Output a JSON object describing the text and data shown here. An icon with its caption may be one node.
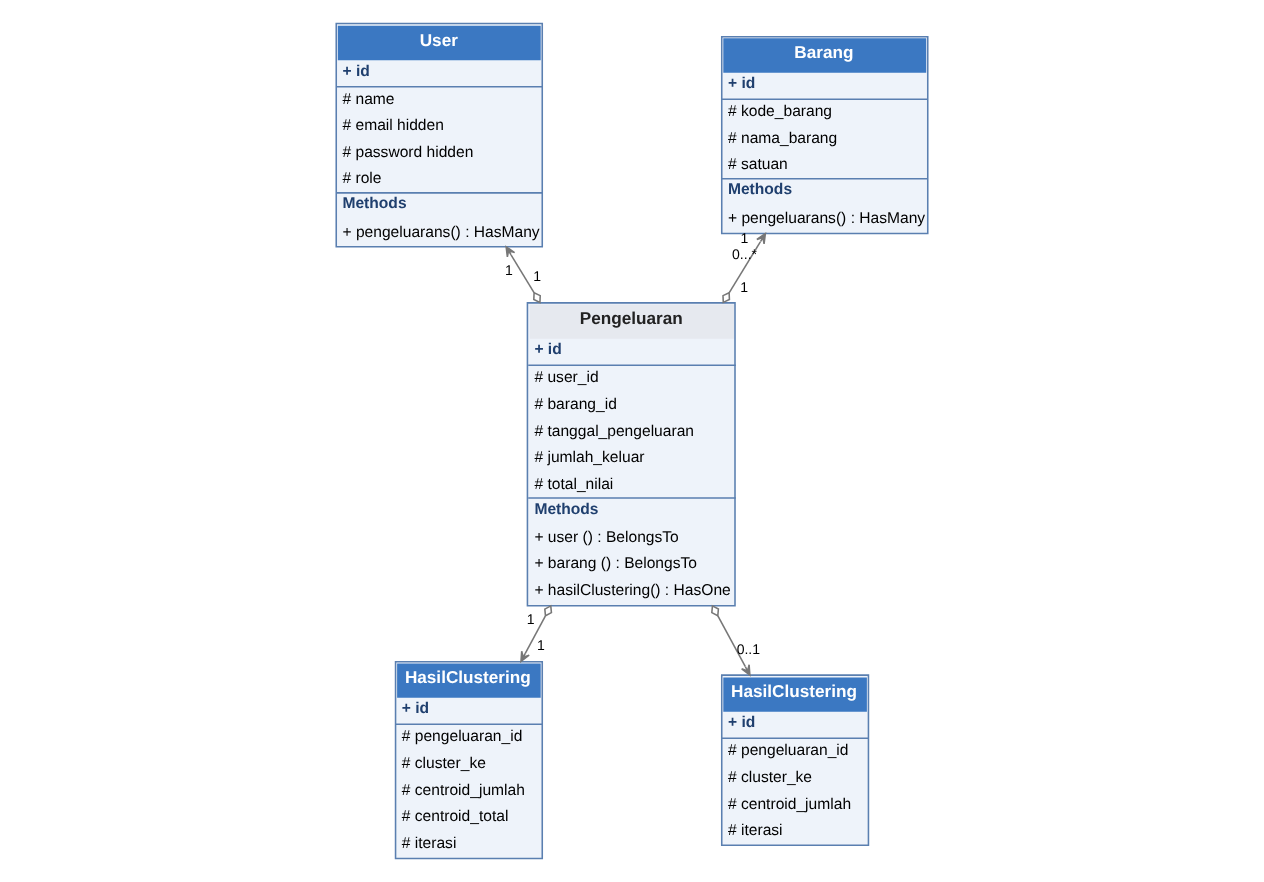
{
  "diagram": {
    "nodes": [
      {
        "text": [
          "User",
          "+ id",
          "# name",
          "# email hidden",
          "# password hidden",
          "# role",
          "Methods",
          "+ pengeluarans() : HasMany"
        ]
      },
      {
        "text": [
          "Barang",
          "+ id",
          "# kode_barang",
          "# nama_barang",
          "# satuan",
          "Methods",
          "+ pengeluarans() : HasMany"
        ]
      },
      {
        "text": [
          "Pengeluaran",
          "+ id",
          "# user_id",
          "# barang_id",
          "# tanggal_pengeluaran",
          "# jumlah_keluar",
          "# total_nilai",
          "Methods",
          "+ user () : BelongsTo",
          "+ barang () : BelongsTo",
          "+ hasilClustering() : HasOne"
        ]
      },
      {
        "text": [
          "HasilClustering",
          "+ id",
          "# pengeluaran_id",
          "# cluster_ke",
          "# centroid_jumlah",
          "# centroid_total",
          "# iterasi"
        ]
      },
      {
        "text": [
          "HasilClustering",
          "+ id",
          "# pengeluaran_id",
          "# cluster_ke",
          "# centroid_jumlah",
          "# iterasi"
        ]
      }
    ],
    "edges": [
      {
        "from": 2,
        "to": 0,
        "arrow": "to"
      },
      {
        "from": 2,
        "to": 1,
        "arrow": "to"
      },
      {
        "from": 2,
        "to": 3,
        "arrow": "to"
      },
      {
        "from": 2,
        "to": 4,
        "arrow": "to"
      }
    ],
    "labels": [
      "1",
      "1",
      "0...*",
      "1",
      "1",
      "1",
      "1",
      "0..1"
    ]
  }
}
